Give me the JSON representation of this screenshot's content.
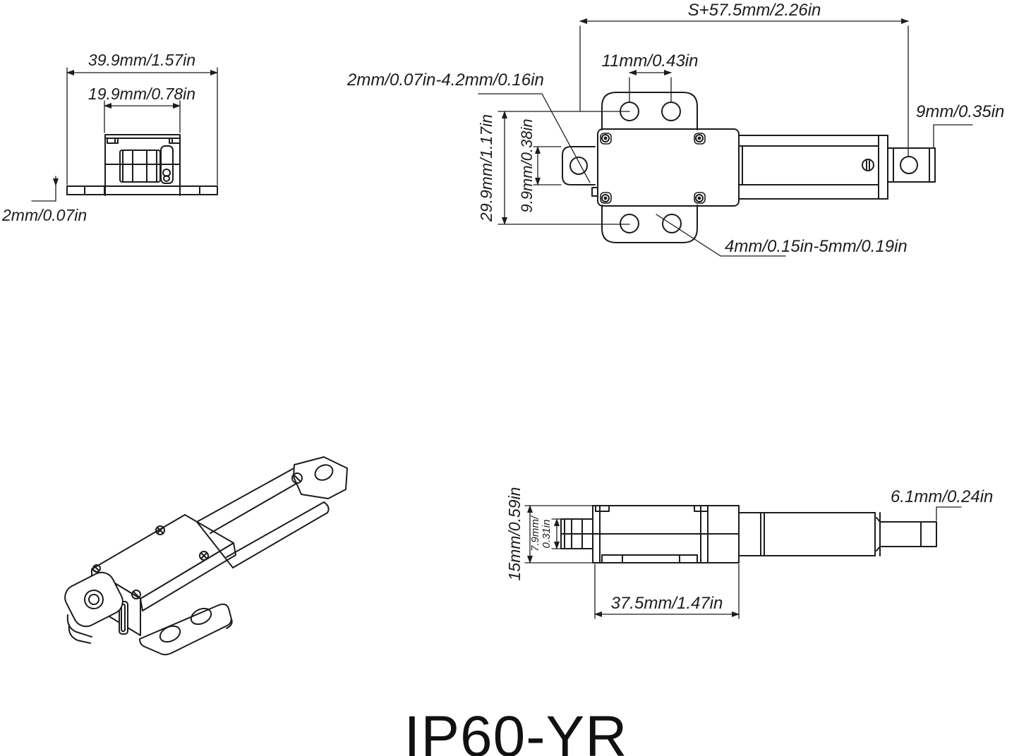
{
  "title": "IP60-YR",
  "labels": {
    "end_total_width": "39.9mm/1.57in",
    "end_inner_width": "19.9mm/0.78in",
    "end_flange_thickness": "2mm/0.07in",
    "top_overall_length": "S+57.5mm/2.26in",
    "top_hole_spacing": "11mm/0.43in",
    "top_slot_range": "2mm/0.07in-4.2mm/0.16in",
    "top_body_height": "29.9mm/1.17in",
    "top_tab_width": "9.9mm/0.38in",
    "top_rod_end_width": "9mm/0.35in",
    "top_mount_hole_range": "4mm/0.15in-5mm/0.19in",
    "side_body_height": "15mm/0.59in",
    "side_shaft_dia_line1": "7.9mm/",
    "side_shaft_dia_line2": "0.31in",
    "side_body_length": "37.5mm/1.47in",
    "side_rod_tip_dia": "6.1mm/0.24in"
  }
}
